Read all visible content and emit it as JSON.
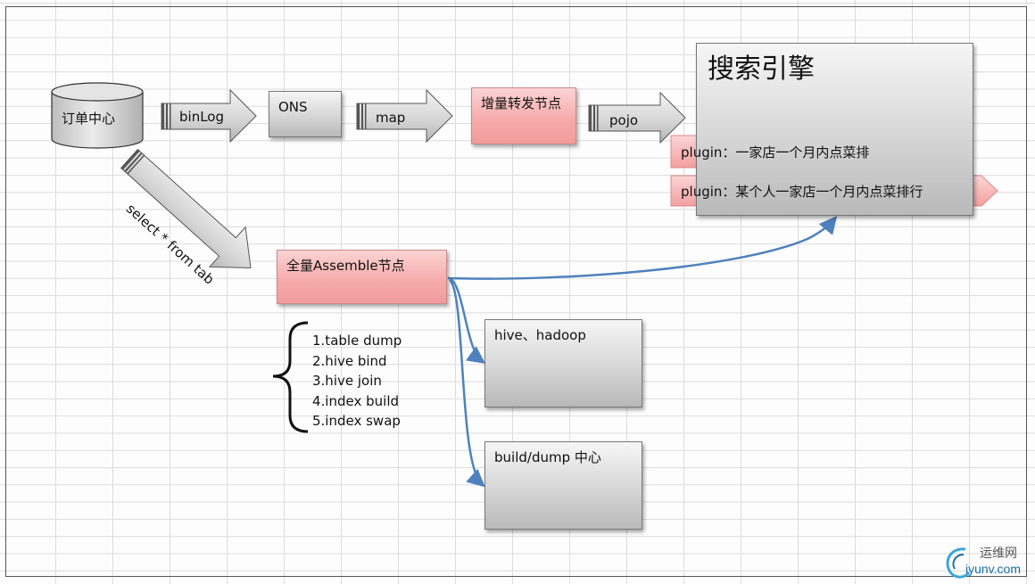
{
  "nodes": {
    "db": "订单中心",
    "ons": "ONS",
    "incremental": "增量转发节点",
    "search": "搜索引擎",
    "plugin1": "plugin：一家店一个月内点菜排",
    "plugin2": "plugin：某个人一家店一个月内点菜排行",
    "full": "全量Assemble节点",
    "hive": "hive、hadoop",
    "build": "build/dump 中心"
  },
  "arrows": {
    "binlog": "binLog",
    "map": "map",
    "pojo": "pojo",
    "select": "select * from tab"
  },
  "steps": [
    "1.table dump",
    "2.hive bind",
    "3.hive join",
    "4.index build",
    "5.index  swap"
  ],
  "watermark": {
    "line1": "运维网",
    "line2": "iyunv.com"
  },
  "colors": {
    "pink": "#f6a9a9",
    "grey": "#d6d6d6",
    "connector": "#4f81bd"
  }
}
